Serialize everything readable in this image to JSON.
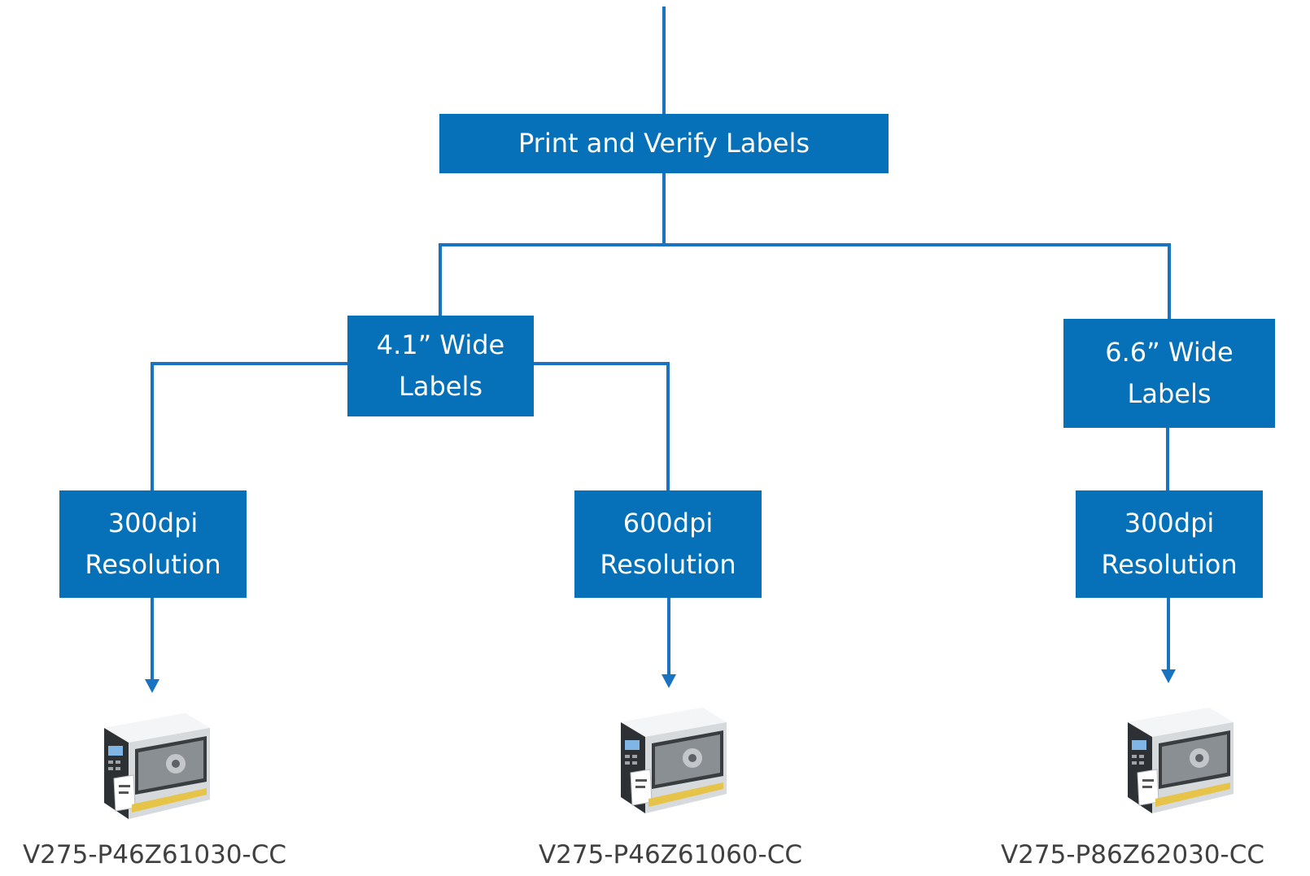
{
  "diagram": {
    "root": {
      "label": "Print and Verify Labels"
    },
    "widths": [
      {
        "line1": "4.1” Wide",
        "line2": "Labels",
        "resolutions": [
          {
            "line1": "300dpi",
            "line2": "Resolution",
            "model": "V275-P46Z61030-CC"
          },
          {
            "line1": "600dpi",
            "line2": "Resolution",
            "model": "V275-P46Z61060-CC"
          }
        ]
      },
      {
        "line1": "6.6” Wide",
        "line2": "Labels",
        "resolutions": [
          {
            "line1": "300dpi",
            "line2": "Resolution",
            "model": "V275-P86Z62030-CC"
          }
        ]
      }
    ],
    "icons": [
      "label-printer-icon"
    ],
    "colors": {
      "box_fill": "#0671b8",
      "box_text": "#ffffff",
      "connector": "#1a73c0",
      "model_text": "#404040"
    }
  }
}
